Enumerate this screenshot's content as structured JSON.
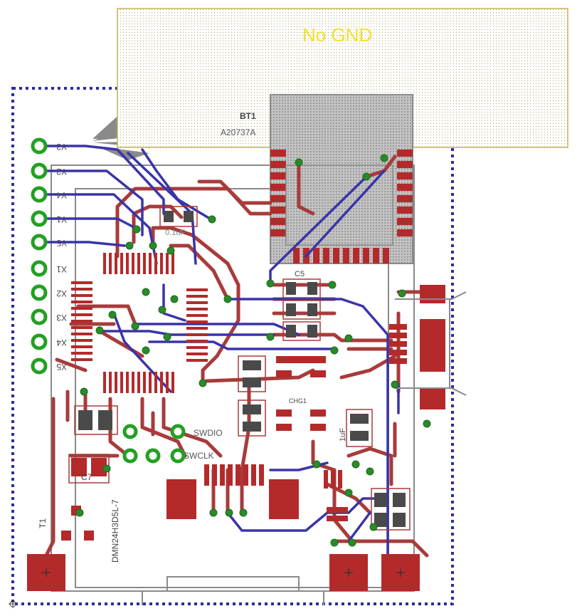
{
  "colors": {
    "background": "#ffffff",
    "top_copper": "#a83b3b",
    "bottom_copper": "#3a34a8",
    "pads": "#b42a2a",
    "via_ring": "#22a022",
    "via_fill": "#2a8a2a",
    "board_outline": "#2c2c9c",
    "keepout": "#e7d9a3",
    "keepout_text": "#f2e02a",
    "silk": "#8a8a8a",
    "label": "#444444"
  },
  "keepout": {
    "label": "No GND"
  },
  "components": {
    "battery": {
      "ref": "BT1",
      "value": "A20737A"
    },
    "caps": [
      "C5",
      "C7"
    ],
    "cap_values": [
      "0.1uF",
      "1uF"
    ],
    "charger": "CHG1",
    "transistor": {
      "ref": "T1",
      "value": "DMN24H3D5L-7"
    },
    "test_points": [
      "SWDIO",
      "SWCLK"
    ],
    "connector_pins": [
      "Y3",
      "Y2",
      "Y4",
      "Y1",
      "Y5",
      "X1",
      "X2",
      "X3",
      "X4",
      "X5"
    ]
  }
}
